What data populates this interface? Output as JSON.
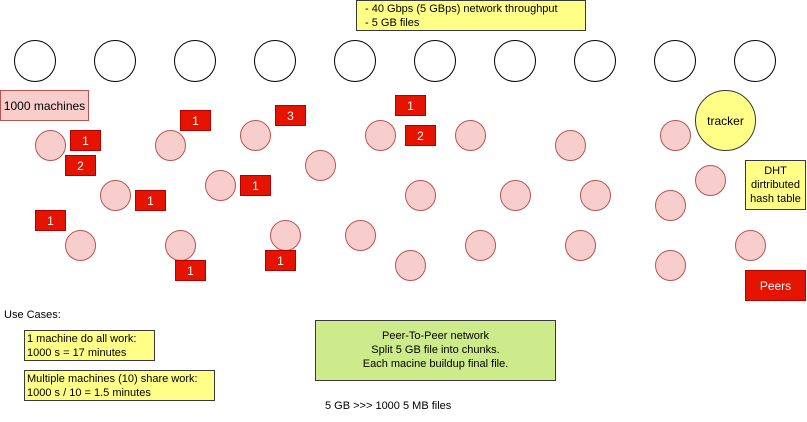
{
  "notes": {
    "top_throughput": "- 40 Gbps (5 GBps) network throughput",
    "top_files": "- 5 GB files",
    "machines": "1000 machines",
    "tracker": "tracker",
    "dht_1": "DHT",
    "dht_2": "dirtributed",
    "dht_3": "hash table",
    "peers": "Peers",
    "use_cases": "Use Cases:",
    "case1_line1": "1 machine do all work:",
    "case1_line2": "1000 s = 17 minutes",
    "case2_line1": "Multiple machines (10) share work:",
    "case2_line2": "1000 s / 10 = 1.5 minutes",
    "p2p_line1": "Peer-To-Peer network",
    "p2p_line2": "Split 5 GB file into chunks.",
    "p2p_line3": "Each macine buildup final file.",
    "chunks": "5 GB >>> 1000 5 MB files"
  },
  "chunk_labels": {
    "a": "1",
    "b": "2",
    "c": "1",
    "d": "1",
    "e": "1",
    "f": "3",
    "g": "1",
    "h": "1",
    "i": "1",
    "j": "2",
    "k": "1"
  },
  "colors": {
    "yellow": "#ffff88",
    "pink": "#f8cecc",
    "red": "#e51400",
    "green": "#cdeb8b"
  }
}
